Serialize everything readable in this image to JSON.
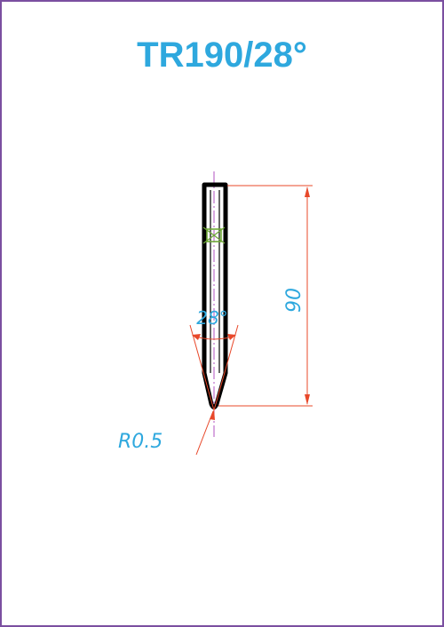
{
  "title": "TR190/28°",
  "dimensions": {
    "height": "90",
    "angle": "28°",
    "radius": "R0.5"
  },
  "colors": {
    "title": "#2ea8de",
    "outline": "#000000",
    "dimension_line": "#e8482a",
    "dimension_text": "#2ea8de",
    "centerline": "#b050c0",
    "marker": "#6fa838",
    "frame": "#7a4fa0"
  }
}
